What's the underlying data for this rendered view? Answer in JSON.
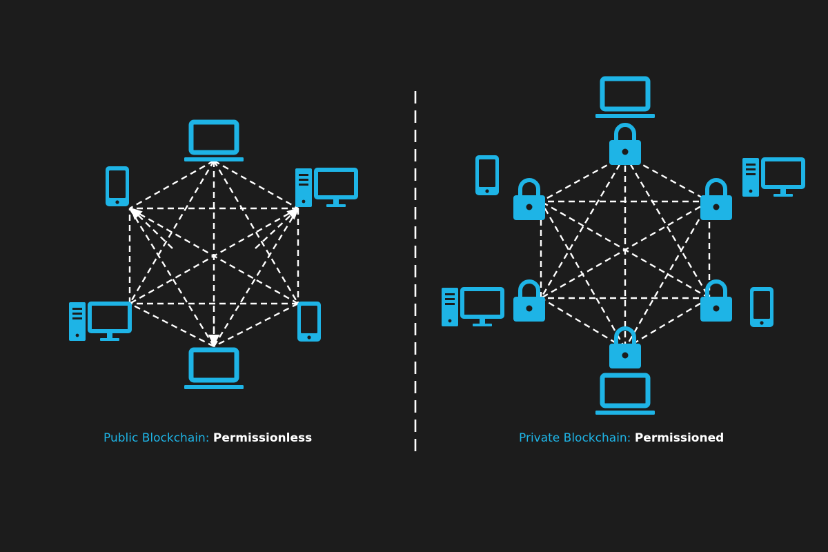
{
  "colors": {
    "background": "#1c1c1c",
    "accent": "#1eb4e6",
    "line": "#ffffff"
  },
  "public": {
    "label_prefix": "Public Blockchain:",
    "label_value": "Permissionless",
    "nodes": [
      {
        "id": "top",
        "icon": "laptop-icon"
      },
      {
        "id": "upper-right",
        "icon": "desktop-computer-icon"
      },
      {
        "id": "lower-right",
        "icon": "smartphone-icon"
      },
      {
        "id": "bottom",
        "icon": "laptop-icon"
      },
      {
        "id": "lower-left",
        "icon": "desktop-computer-icon"
      },
      {
        "id": "upper-left",
        "icon": "smartphone-icon"
      }
    ]
  },
  "private": {
    "label_prefix": "Private Blockchain:",
    "label_value": "Permissioned",
    "gate_icon": "lock-icon",
    "nodes": [
      {
        "id": "top",
        "icon": "laptop-icon"
      },
      {
        "id": "upper-right",
        "icon": "desktop-computer-icon"
      },
      {
        "id": "lower-right",
        "icon": "smartphone-icon"
      },
      {
        "id": "bottom",
        "icon": "laptop-icon"
      },
      {
        "id": "lower-left",
        "icon": "desktop-computer-icon"
      },
      {
        "id": "upper-left",
        "icon": "smartphone-icon"
      }
    ]
  }
}
